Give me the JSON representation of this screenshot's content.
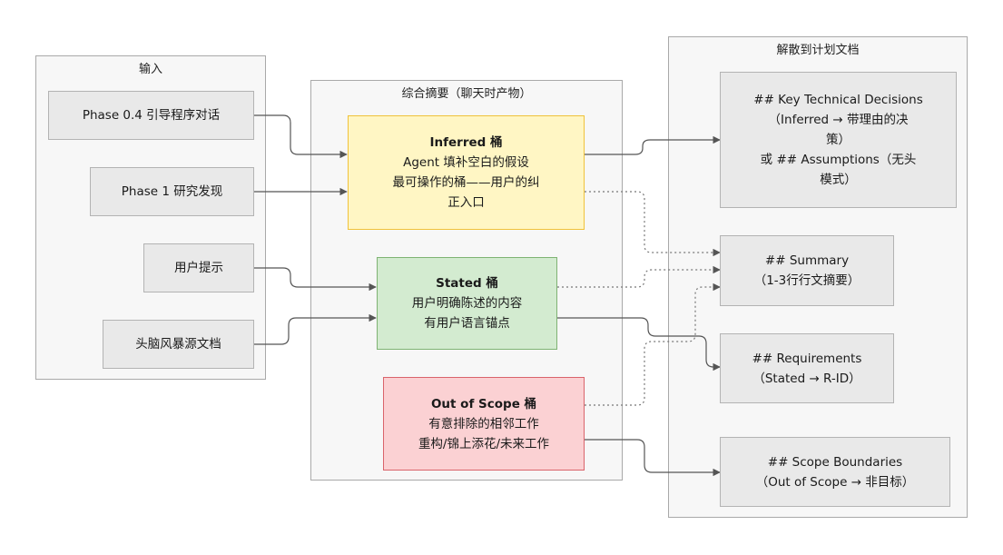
{
  "groups": {
    "input": "输入",
    "summary": "综合摘要（聊天时产物）",
    "plan": "解散到计划文档"
  },
  "inputs": {
    "phase04": "Phase 0.4 引导程序对话",
    "phase1": "Phase 1 研究发现",
    "prompt": "用户提示",
    "brainstorm": "头脑风暴源文档"
  },
  "buckets": {
    "inferred": {
      "title": "Inferred 桶",
      "line1": "Agent 填补空白的假设",
      "line2": "最可操作的桶——用户的纠",
      "line3": "正入口"
    },
    "stated": {
      "title": "Stated 桶",
      "line1": "用户明确陈述的内容",
      "line2": "有用户语言锚点"
    },
    "out_of_scope": {
      "title": "Out of Scope 桶",
      "line1": "有意排除的相邻工作",
      "line2": "重构/锦上添花/未来工作"
    }
  },
  "plan_sections": {
    "decisions": {
      "line1": "## Key Technical Decisions",
      "line2": "（Inferred → 带理由的决",
      "line3": "策）",
      "line4": "或 ## Assumptions（无头",
      "line5": "模式）"
    },
    "summary": {
      "line1": "## Summary",
      "line2": "（1-3行行文摘要）"
    },
    "requirements": {
      "line1": "## Requirements",
      "line2": "（Stated → R-ID）"
    },
    "scope": {
      "line1": "## Scope Boundaries",
      "line2": "（Out of Scope → 非目标）"
    }
  }
}
